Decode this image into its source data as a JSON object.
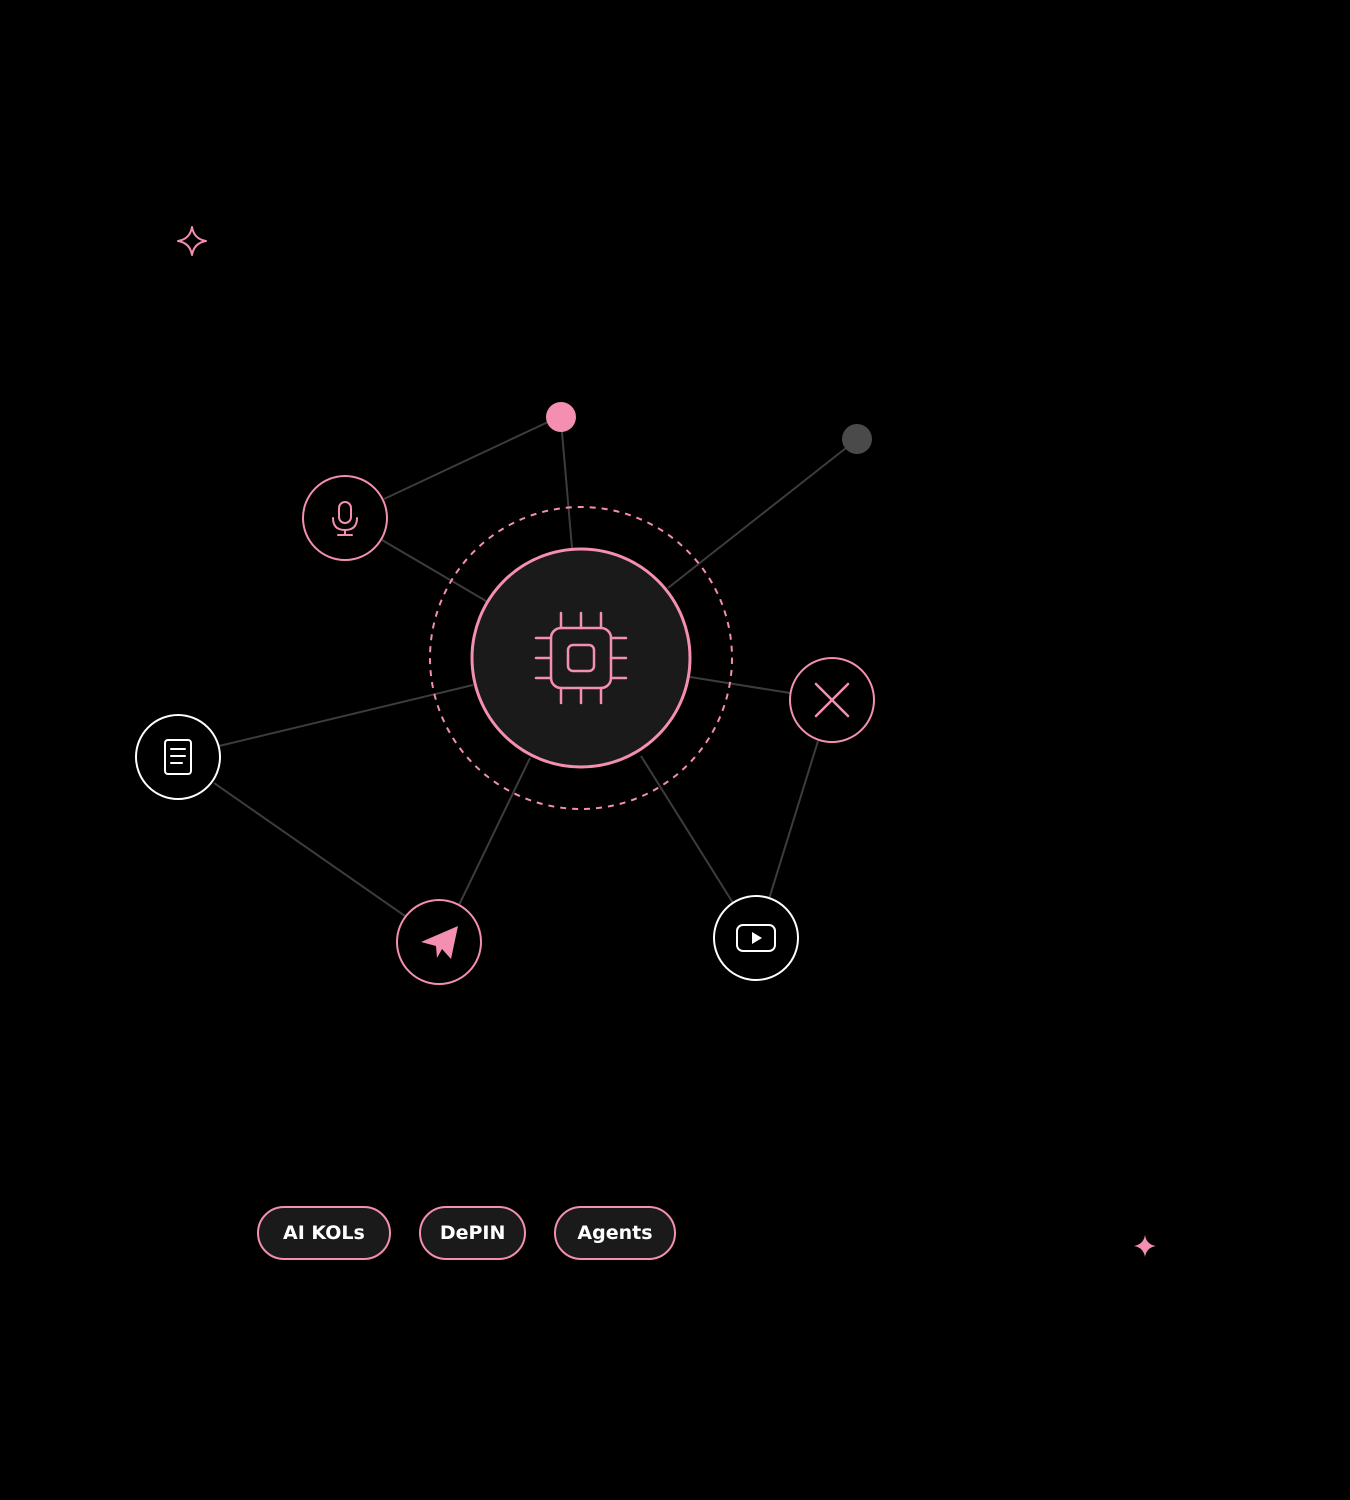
{
  "colors": {
    "background": "#000000",
    "accent": "#f48fb1",
    "node_fill": "#1a1a1a",
    "outline_white": "#ffffff",
    "edge": "#3c3c3c",
    "inactive_dot": "#4a4a4a"
  },
  "diagram": {
    "center_icon": "cpu-chip-icon",
    "nodes": [
      {
        "id": "microphone",
        "icon": "microphone-icon",
        "outline": "pink"
      },
      {
        "id": "document",
        "icon": "document-icon",
        "outline": "white"
      },
      {
        "id": "telegram",
        "icon": "paper-plane-icon",
        "outline": "pink"
      },
      {
        "id": "youtube",
        "icon": "youtube-play-icon",
        "outline": "white"
      },
      {
        "id": "x",
        "icon": "x-close-icon",
        "outline": "pink"
      },
      {
        "id": "pink-dot",
        "icon": "dot",
        "outline": "pink"
      },
      {
        "id": "gray-dot",
        "icon": "dot",
        "outline": "gray"
      }
    ],
    "decorations": [
      "sparkle-outline-icon",
      "sparkle-filled-icon"
    ]
  },
  "tags": [
    {
      "label": "AI KOLs"
    },
    {
      "label": "DePIN"
    },
    {
      "label": "Agents"
    }
  ]
}
